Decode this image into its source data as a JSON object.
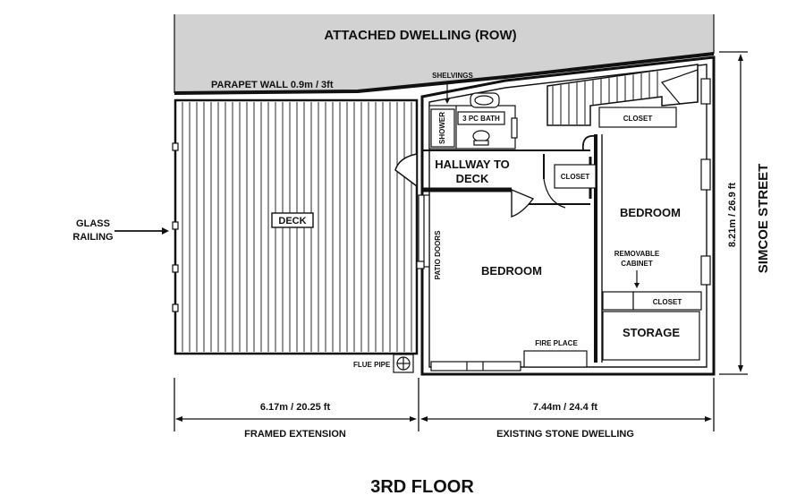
{
  "attached_dwelling": "ATTACHED DWELLING (ROW)",
  "parapet_wall": "PARAPET WALL 0.9m / 3ft",
  "shelvings": "SHELVINGS",
  "shower": "SHOWER",
  "bath": "3 PC BATH",
  "hallway_line1": "HALLWAY TO",
  "hallway_line2": "DECK",
  "closet_upper_right": "CLOSET",
  "closet_hall": "CLOSET",
  "closet_lower_right": "CLOSET",
  "bedroom_right": "BEDROOM",
  "bedroom_main": "BEDROOM",
  "removable_line1": "REMOVABLE",
  "removable_line2": "CABINET",
  "storage": "STORAGE",
  "fire_place": "FIRE PLACE",
  "patio_doors": "PATIO DOORS",
  "deck": "DECK",
  "glass_line1": "GLASS",
  "glass_line2": "RAILING",
  "flue_pipe": "FLUE PIPE",
  "dim_left": "6.17m / 20.25 ft",
  "dim_right": "7.44m / 24.4 ft",
  "dim_vertical": "8.21m / 26.9 ft",
  "framed_extension": "FRAMED EXTENSION",
  "existing_stone": "EXISTING STONE DWELLING",
  "simcoe_street": "SIMCOE STREET",
  "floor_title": "3RD FLOOR",
  "colors": {
    "attached_fill": "#d2d2d2",
    "line": "#111111"
  }
}
